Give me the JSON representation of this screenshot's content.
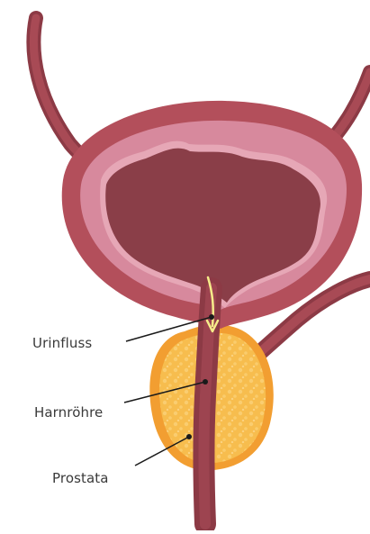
{
  "labels": {
    "urine_flow": "Urinfluss",
    "urethra": "Harnröhre",
    "prostate": "Prostata"
  },
  "colors": {
    "bladder_wall": "#b34f5b",
    "bladder_wall_dark": "#8c3a45",
    "bladder_muscle": "#d7899d",
    "bladder_inner": "#8a3e48",
    "urethra": "#8c3a45",
    "prostate_outer": "#f29e31",
    "prostate_inner": "#f7bd4e",
    "flow_arrow": "#f6ec8a",
    "leader_line": "#1a1a1a",
    "label_text": "#3a3a3a"
  }
}
